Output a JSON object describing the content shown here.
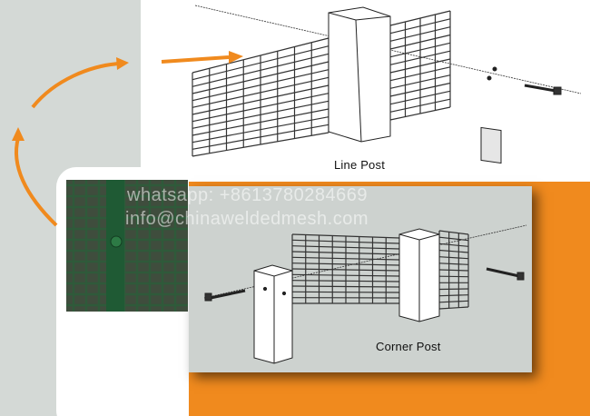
{
  "labels": {
    "line_post": "Line Post",
    "corner_post": "Corner Post"
  },
  "watermark": {
    "phone": "whatsapp:  +8613780284669",
    "email": "info@chinaweldedmesh.com"
  },
  "colors": {
    "arrow": "#f08a1e",
    "orange_block": "#f08a1e",
    "left_background": "#d4d9d6",
    "lower_panel": "#cdd2cf",
    "fence_photo": "#2f5a3a"
  },
  "icons": [
    "arrow-icon",
    "bolt-icon",
    "clip-bracket-icon"
  ]
}
